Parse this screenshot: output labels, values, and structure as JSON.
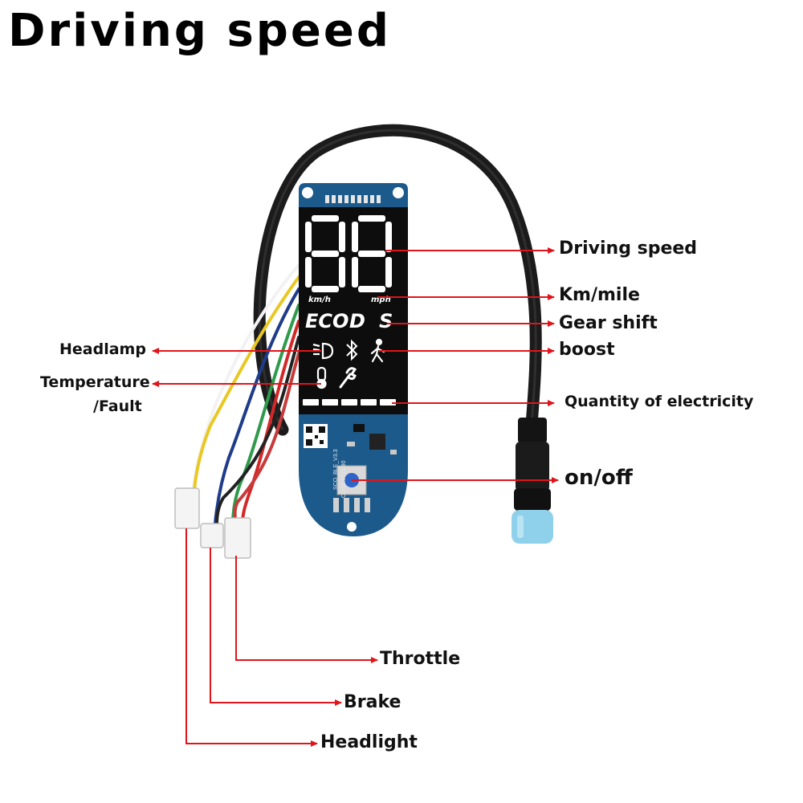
{
  "title": "Driving speed",
  "display": {
    "unit_left": "km/h",
    "unit_right": "mph",
    "modes": [
      "ECO",
      "D",
      "S"
    ],
    "board_text_1": "SCO_BLE_V3.3",
    "board_text_2": "CD.00.0011.90"
  },
  "labels": {
    "driving_speed": "Driving speed",
    "km_mile": "Km/mile",
    "gear_shift": "Gear shift",
    "boost": "boost",
    "headlamp": "Headlamp",
    "temperature": "Temperature",
    "fault": "/Fault",
    "quantity": "Quantity of electricity",
    "on_off": "on/off",
    "throttle": "Throttle",
    "brake": "Brake",
    "headlight": "Headlight"
  },
  "colors": {
    "arrow": "#e0141a",
    "pcb": "#1c5a8c",
    "lcd": "#0d0d0d",
    "cable": "#1b1b1b",
    "connector": "#8fd0ea"
  }
}
